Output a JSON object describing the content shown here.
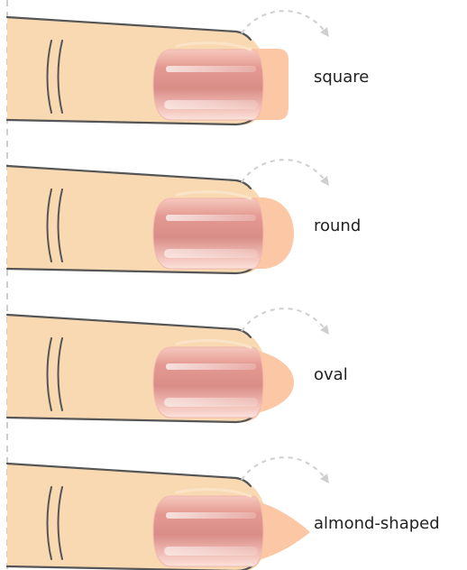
{
  "colors": {
    "background": "#ffffff",
    "skin": "#f8d9b2",
    "outline": "#555555",
    "nail_tip": "#fbc7a4",
    "nail_bed": "#e59a94",
    "arrow": "#cfcfcf",
    "guide_line": "#cfcfcf",
    "label_text": "#222222"
  },
  "icons": {
    "arrow": "curved-dashed-arrow-icon"
  },
  "shapes": [
    {
      "id": "square",
      "label": "square"
    },
    {
      "id": "round",
      "label": "round"
    },
    {
      "id": "oval",
      "label": "oval"
    },
    {
      "id": "almond",
      "label": "almond-shaped"
    }
  ]
}
